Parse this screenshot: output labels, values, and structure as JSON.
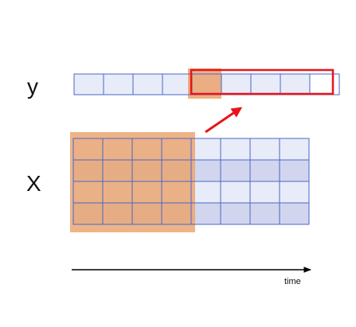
{
  "labels": {
    "y": "y",
    "x": "X",
    "time": "time"
  },
  "colors": {
    "cell_fill": "#e8ecf8",
    "cell_fill_dark": "#d1d6ee",
    "cell_border": "#4a67c8",
    "window_fill": "#eaa36d",
    "highlight_border": "#e8141a",
    "arrow": "#e8141a",
    "axis": "#000000"
  },
  "y_row": {
    "cells": 9,
    "highlighted_cell": 5,
    "target_cells": 4
  },
  "x_grid": {
    "rows": 4,
    "cols": 8,
    "window_cols": 4
  }
}
